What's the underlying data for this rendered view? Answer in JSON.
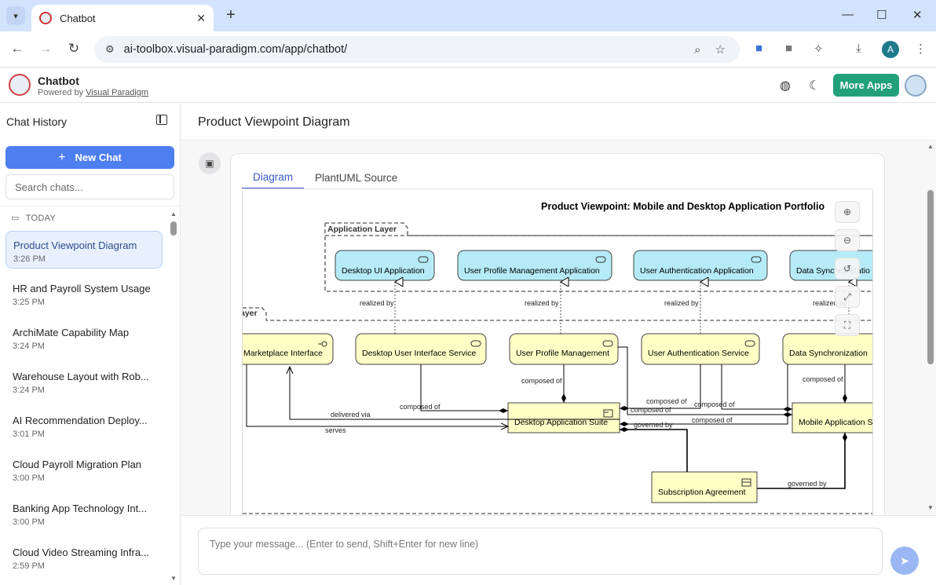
{
  "browser": {
    "tab_title": "Chatbot",
    "url": "ai-toolbox.visual-paradigm.com/app/chatbot/",
    "profile_initial": "A"
  },
  "app": {
    "title": "Chatbot",
    "subtitle_prefix": "Powered by",
    "subtitle_link": "Visual Paradigm",
    "more_apps": "More Apps"
  },
  "sidebar": {
    "title": "Chat History",
    "new_chat": "New Chat",
    "search_placeholder": "Search chats...",
    "group_label": "TODAY",
    "items": [
      {
        "title": "Product Viewpoint Diagram",
        "time": "3:26 PM"
      },
      {
        "title": "HR and Payroll System Usage",
        "time": "3:25 PM"
      },
      {
        "title": "ArchiMate Capability Map",
        "time": "3:24 PM"
      },
      {
        "title": "Warehouse Layout with Rob...",
        "time": "3:24 PM"
      },
      {
        "title": "AI Recommendation Deploy...",
        "time": "3:01 PM"
      },
      {
        "title": "Cloud Payroll Migration Plan",
        "time": "3:00 PM"
      },
      {
        "title": "Banking App Technology Int...",
        "time": "3:00 PM"
      },
      {
        "title": "Cloud Video Streaming Infra...",
        "time": "2:59 PM"
      }
    ]
  },
  "main": {
    "title": "Product Viewpoint Diagram",
    "tabs": [
      "Diagram",
      "PlantUML Source"
    ],
    "input_placeholder": "Type your message... (Enter to send, Shift+Enter for new line)"
  },
  "diagram": {
    "title": "Product Viewpoint: Mobile and Desktop Application Portfolio",
    "app_layer_label": "Application Layer",
    "business_layer_label": "ayer",
    "app_components": [
      "Desktop UI Application",
      "User Profile Management Application",
      "User Authentication Application",
      "Data Synchronizatio"
    ],
    "services": [
      "Marketplace Interface",
      "Desktop User Interface Service",
      "User Profile Management",
      "User Authentication Service",
      "Data Synchronization"
    ],
    "products": [
      "Desktop Application Suite",
      "Mobile Application S"
    ],
    "contract": "Subscription Agreement",
    "rel_realized_by": "realized by",
    "rel_composed_of": "composed of",
    "rel_delivered_via": "delivered via",
    "rel_serves": "serves",
    "rel_governed_by": "governed by"
  },
  "colors": {
    "app_fill": "#b5ebf7",
    "business_fill": "#ffffc6",
    "accent": "#4e7ff0",
    "more_apps": "#22a079"
  }
}
